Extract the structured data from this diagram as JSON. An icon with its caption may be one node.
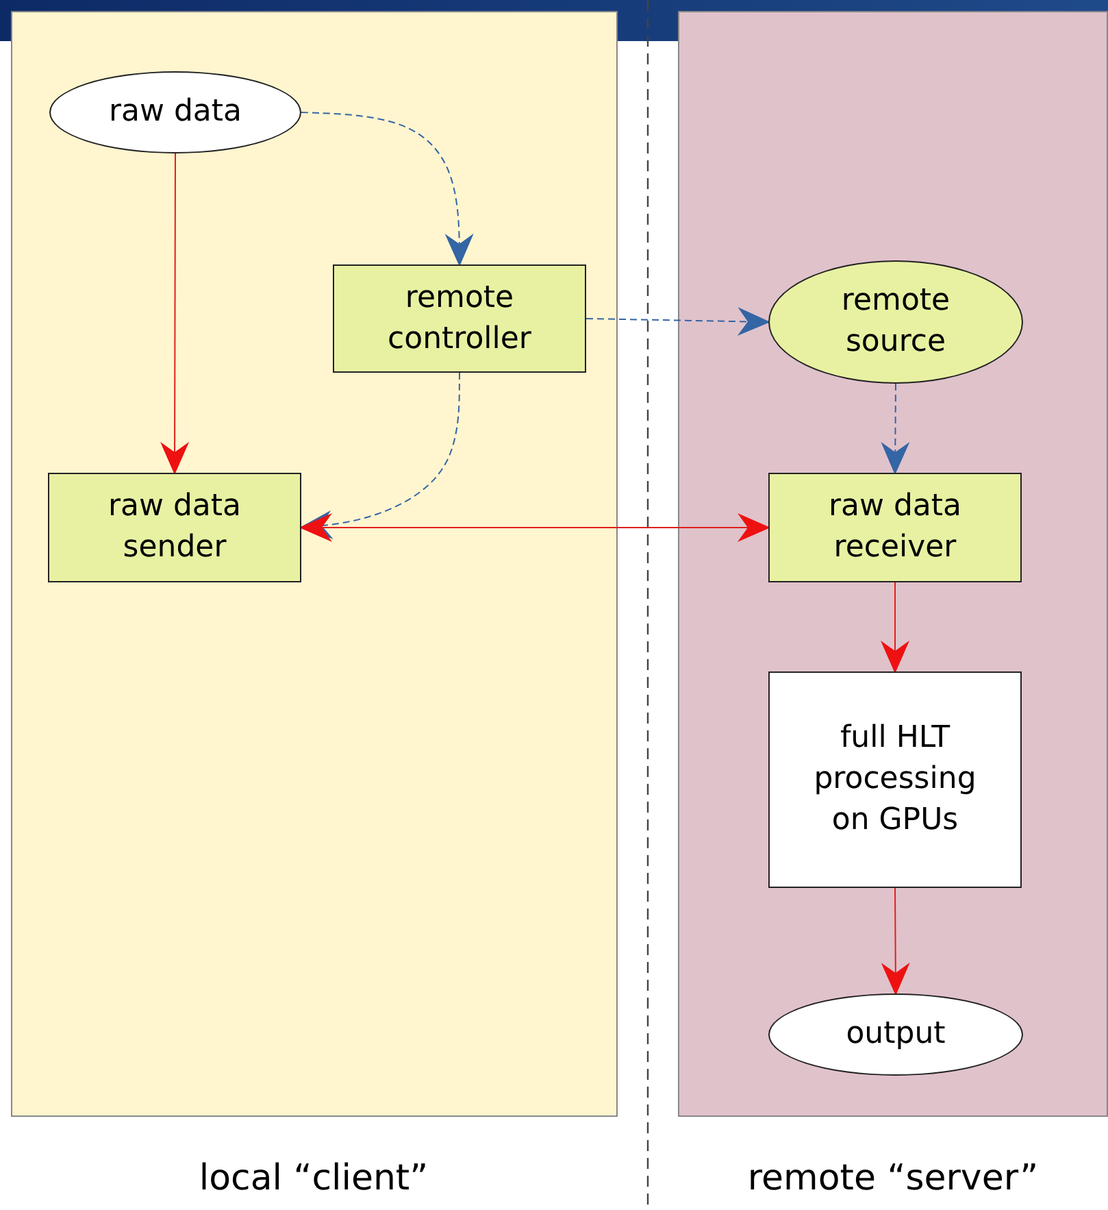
{
  "diagram": {
    "nodes": [
      {
        "text": [],
        "shape": "box"
      },
      {
        "text": [],
        "shape": "box"
      },
      {
        "text": [
          "raw data"
        ],
        "in": 0
      },
      {
        "text": [
          "remote controller"
        ],
        "in": 0
      },
      {
        "text": [
          "raw data sender"
        ],
        "in": 0
      },
      {
        "text": [
          "remote source"
        ],
        "in": 1
      },
      {
        "text": [
          "raw data receiver"
        ],
        "in": 1
      },
      {
        "text": [
          "full HLT processing on GPUs"
        ],
        "in": 1
      },
      {
        "text": [
          "output"
        ],
        "in": 1
      }
    ],
    "edges": [
      {
        "from": 2,
        "to": 4,
        "arrow": "to"
      },
      {
        "from": 2,
        "to": 3,
        "arrow": "to",
        "style": "dashed",
        "color": "#3465a4"
      },
      {
        "from": 3,
        "to": 5,
        "arrow": "to",
        "style": "dashed",
        "color": "#3465a4"
      },
      {
        "from": 3,
        "to": 4,
        "arrow": "to",
        "style": "dashed",
        "color": "#3465a4"
      },
      {
        "from": 4,
        "to": 6,
        "arrow": "both"
      },
      {
        "from": 5,
        "to": 6,
        "arrow": "to",
        "style": "dashed",
        "color": "#3465a4"
      },
      {
        "from": 6,
        "to": 7,
        "arrow": "to"
      },
      {
        "from": 7,
        "to": 8,
        "arrow": "to"
      }
    ],
    "labels": [
      "local “client”",
      "remote “server”"
    ]
  }
}
